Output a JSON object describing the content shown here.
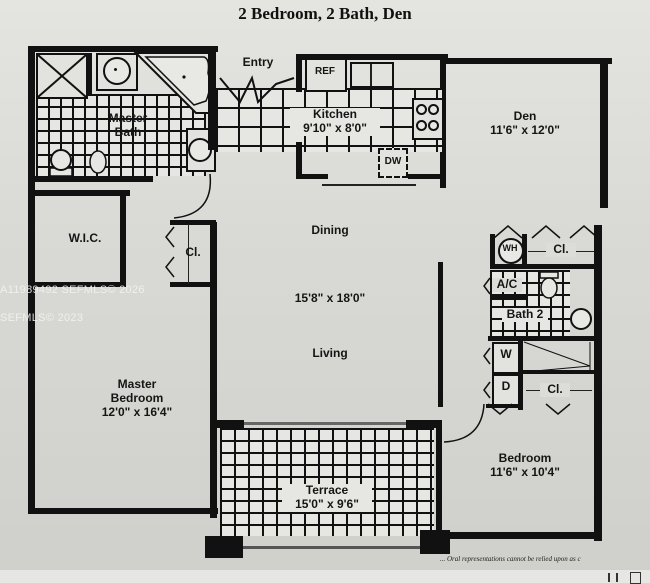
{
  "title": "2 Bedroom, 2 Bath, Den",
  "rooms": {
    "entry": {
      "name": "Entry"
    },
    "master_bath": {
      "name": "Master",
      "name2": "Bath"
    },
    "kitchen": {
      "name": "Kitchen",
      "size": "9'10\" x 8'0\""
    },
    "refrigerator": {
      "label": "REF"
    },
    "dishwasher": {
      "label": "DW"
    },
    "den": {
      "name": "Den",
      "size": "11'6\" x 12'0\""
    },
    "wic": {
      "name": "W.I.C."
    },
    "master_closet": {
      "name": "Cl."
    },
    "dining": {
      "name": "Dining"
    },
    "living_dining_size": {
      "size": "15'8\" x 18'0\""
    },
    "living": {
      "name": "Living"
    },
    "master_bedroom": {
      "name": "Master",
      "name2": "Bedroom",
      "size": "12'0\" x 16'4\""
    },
    "water_heater": {
      "label": "WH"
    },
    "den_closet": {
      "name": "Cl."
    },
    "ac": {
      "label": "A/C"
    },
    "bath2": {
      "name": "Bath 2"
    },
    "washer": {
      "label": "W"
    },
    "dryer": {
      "label": "D"
    },
    "bedroom_closet": {
      "name": "Cl."
    },
    "bedroom": {
      "name": "Bedroom",
      "size": "11'6\" x 10'4\""
    },
    "terrace": {
      "name": "Terrace",
      "size": "15'0\" x 9'6\""
    }
  },
  "watermarks": {
    "line1": "A11989492 SEFMLS© 2026",
    "line2": "SEFMLS© 2023"
  },
  "disclaimer": "... Oral representations cannot be relied upon as c"
}
